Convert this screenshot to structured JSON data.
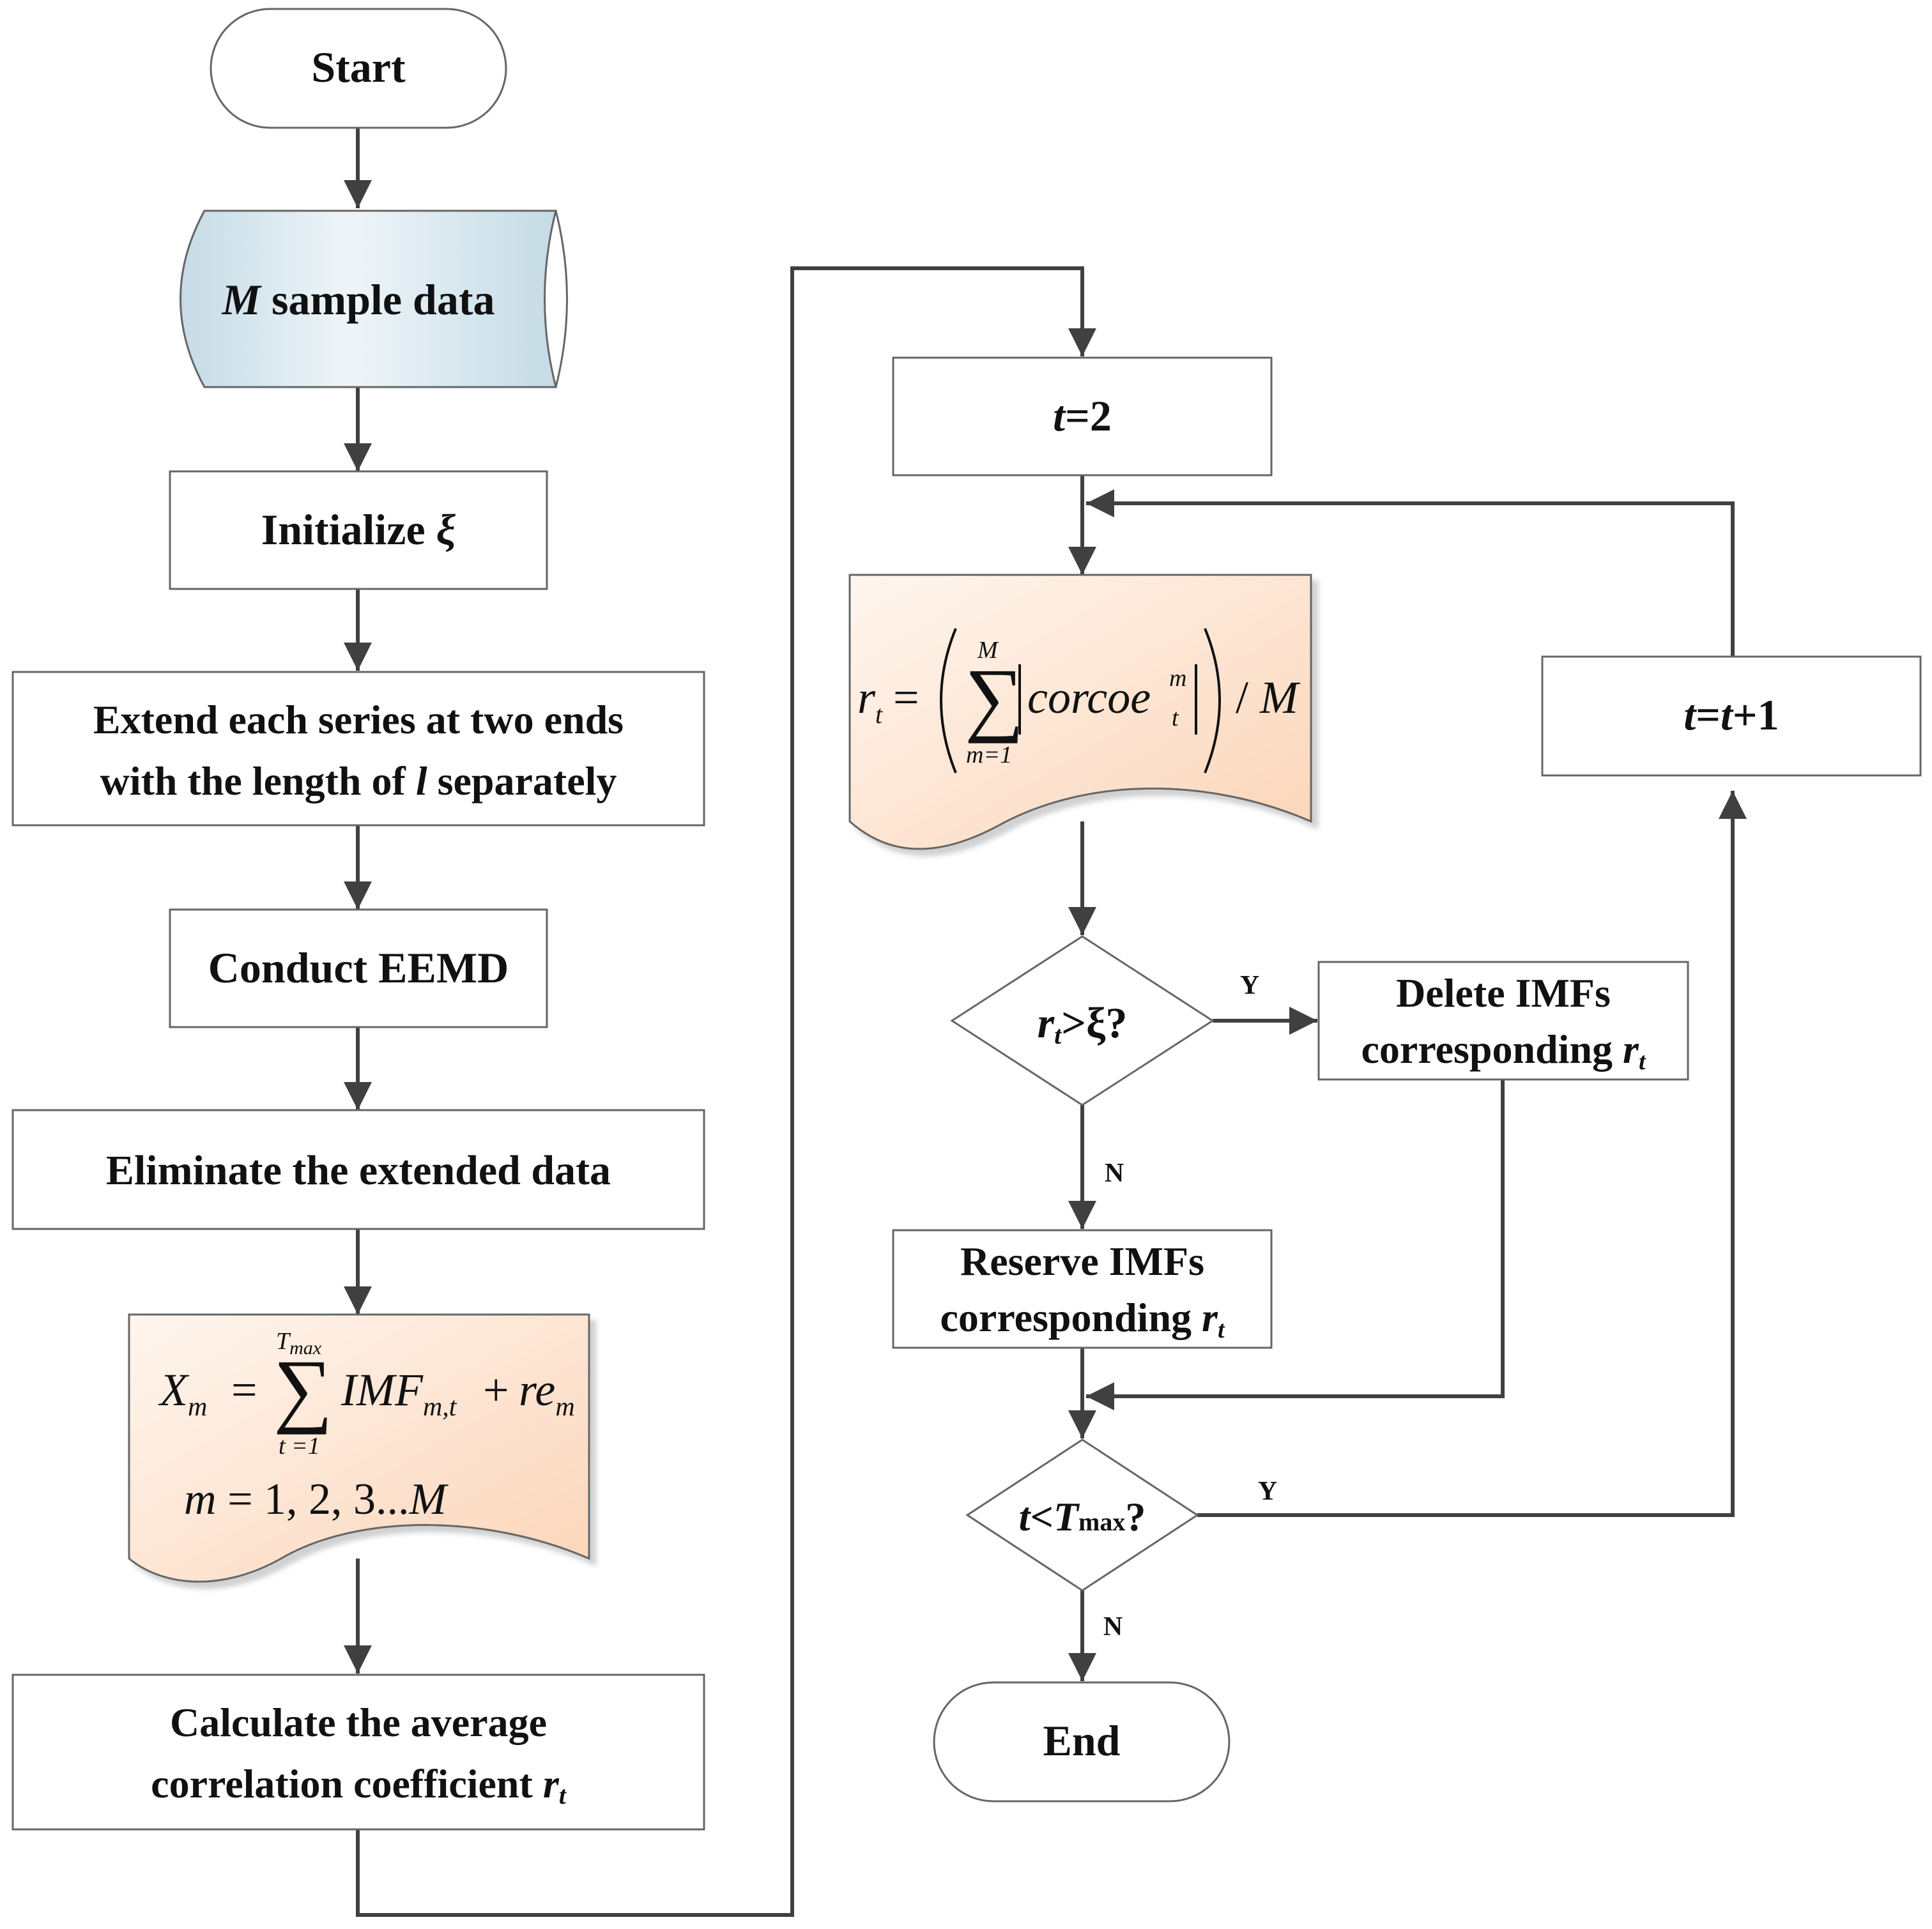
{
  "colors": {
    "line": "#404040",
    "box_stroke": "#666666",
    "data_fill_light": "#eef5f9",
    "data_fill_dark": "#c5dbe6",
    "doc_fill_light": "#fff6ef",
    "doc_fill_dark": "#fbd5b8"
  },
  "nodes": {
    "start": {
      "label": "Start"
    },
    "sample": {
      "var": "M",
      "text": " sample data"
    },
    "init": {
      "text": "Initialize ",
      "var": "ξ"
    },
    "extend": {
      "line1": "Extend each series at two ends",
      "line2_a": "with the length of ",
      "line2_var": "l",
      "line2_b": " separately"
    },
    "eemd": {
      "label": "Conduct EEMD"
    },
    "eliminate": {
      "label": "Eliminate the extended data"
    },
    "formula1": {
      "lhs": "X",
      "lhs_sub": "m",
      "eq": "=",
      "sum_upper": "T",
      "sum_upper_sub": "max",
      "sum_lower": "t =1",
      "sigma": "∑",
      "term": "IMF",
      "term_sub": "m,t",
      "plus": "+",
      "rem": "re",
      "rem_sub": "m",
      "line2_var": "m",
      "line2_rest": " = 1, 2, 3...",
      "line2_end": "M"
    },
    "calc": {
      "line1": "Calculate the average",
      "line2": "correlation coefficient ",
      "line2_var": "r",
      "line2_sub": "t"
    },
    "t2": {
      "var": "t",
      "text": "=2"
    },
    "formula2": {
      "lhs": "r",
      "lhs_sub": "t",
      "eq": "=",
      "sum_upper": "M",
      "sum_lower": "m=1",
      "sigma": "∑",
      "term": "corcoe",
      "term_sup": "m",
      "term_sub": "t",
      "div": "/ ",
      "div_var": "M"
    },
    "decision1": {
      "var": "r",
      "sub": "t",
      "text": ">ξ?"
    },
    "delete": {
      "line1": "Delete IMFs",
      "line2": "corresponding ",
      "var": "r",
      "sub": "t"
    },
    "reserve": {
      "line1": "Reserve IMFs",
      "line2": "corresponding ",
      "var": "r",
      "sub": "t"
    },
    "decision2": {
      "var_t": "t",
      "lt": "<",
      "var_T": "T",
      "sub": "max",
      "q": "?"
    },
    "increment": {
      "var1": "t",
      "eq": "=",
      "var2": "t",
      "text": "+1"
    },
    "end": {
      "label": "End"
    }
  },
  "edges": {
    "d1_yes": "Y",
    "d1_no": "N",
    "d2_yes": "Y",
    "d2_no": "N"
  }
}
